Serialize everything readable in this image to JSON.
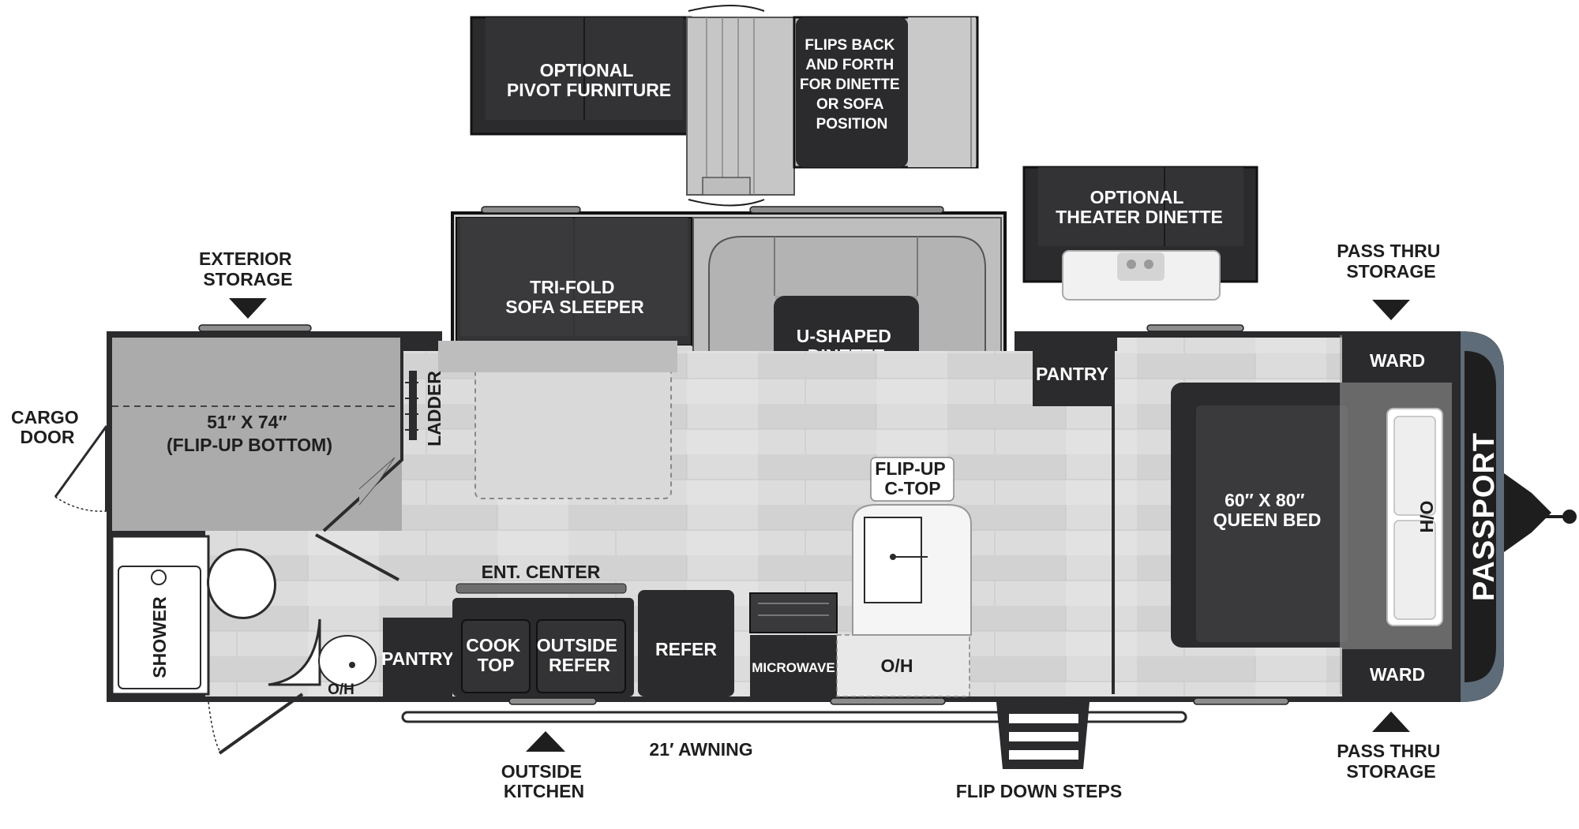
{
  "colors": {
    "dark": "#2b2a2c",
    "wall": "#1e1e1e",
    "floor": "#d6d6d6",
    "mid_gray": "#a9a9a9",
    "light_gray": "#c3c3c3",
    "white": "#ffffff",
    "accent_blue_gray": "#5e6b78"
  },
  "labels": {
    "optional_pivot": [
      "OPTIONAL",
      "PIVOT FURNITURE"
    ],
    "flips_back": [
      "FLIPS BACK",
      "AND FORTH",
      "FOR DINETTE",
      "OR SOFA",
      "POSITION"
    ],
    "theater_dinette": [
      "OPTIONAL",
      "THEATER DINETTE"
    ],
    "exterior_storage": [
      "EXTERIOR",
      "STORAGE"
    ],
    "pass_thru_top": [
      "PASS THRU",
      "STORAGE"
    ],
    "pass_thru_bottom": [
      "PASS THRU",
      "STORAGE"
    ],
    "cargo_door": [
      "CARGO",
      "DOOR"
    ],
    "bunk": [
      "51″ X 74″",
      "(FLIP-UP BOTTOM)"
    ],
    "ladder": "LADDER",
    "tri_fold": [
      "TRI-FOLD",
      "SOFA SLEEPER"
    ],
    "u_dinette": [
      "U-SHAPED",
      "DINETTE"
    ],
    "pantry_top": "PANTRY",
    "ward_top": "WARD",
    "ward_bottom": "WARD",
    "queen_bed": [
      "60″ X 80″",
      "QUEEN BED"
    ],
    "oh_bed": "O/H",
    "flip_up_ctop": [
      "FLIP-UP",
      "C-TOP"
    ],
    "ent_center": "ENT. CENTER",
    "shower": "SHOWER",
    "oh_bath": "O/H",
    "pantry_bottom": "PANTRY",
    "cook_top": [
      "COOK",
      "TOP"
    ],
    "outside_refer": [
      "OUTSIDE",
      "REFER"
    ],
    "refer": "REFER",
    "microwave": "MICROWAVE",
    "oh_kitchen": "O/H",
    "awning": "21′ AWNING",
    "outside_kitchen": [
      "OUTSIDE",
      "KITCHEN"
    ],
    "flip_down_steps": "FLIP DOWN STEPS",
    "brand": "PASSPORT"
  }
}
